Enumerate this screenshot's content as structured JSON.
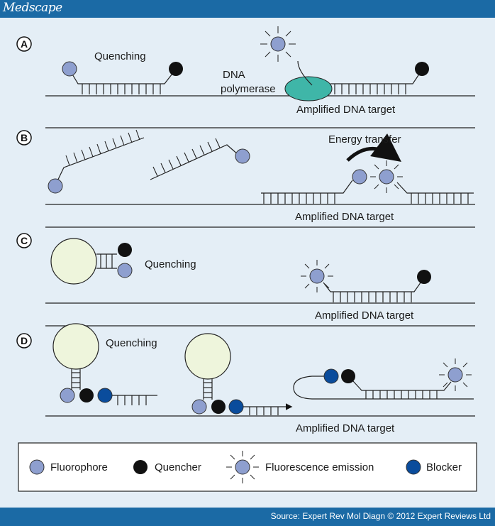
{
  "brand": "Medscape",
  "source": "Source: Expert Rev Mol Diagn © 2012 Expert Reviews Ltd",
  "colors": {
    "header_bg": "#1b6aa5",
    "background": "#e4eef6",
    "fluorophore": "#8e9fcf",
    "quencher": "#111111",
    "blocker": "#0a4c9c",
    "polymerase": "#3fb6a8",
    "loop": "#eef5dc"
  },
  "panels": {
    "a": {
      "label": "A",
      "quenching": "Quenching",
      "dna_polymerase_1": "DNA",
      "dna_polymerase_2": "polymerase",
      "target": "Amplified DNA target"
    },
    "b": {
      "label": "B",
      "energy_transfer": "Energy transfer",
      "target": "Amplified DNA target"
    },
    "c": {
      "label": "C",
      "quenching": "Quenching",
      "target": "Amplified DNA target"
    },
    "d": {
      "label": "D",
      "quenching": "Quenching",
      "target": "Amplified DNA target"
    }
  },
  "legend": {
    "fluorophore": "Fluorophore",
    "quencher": "Quencher",
    "emission": "Fluorescence emission",
    "blocker": "Blocker"
  }
}
